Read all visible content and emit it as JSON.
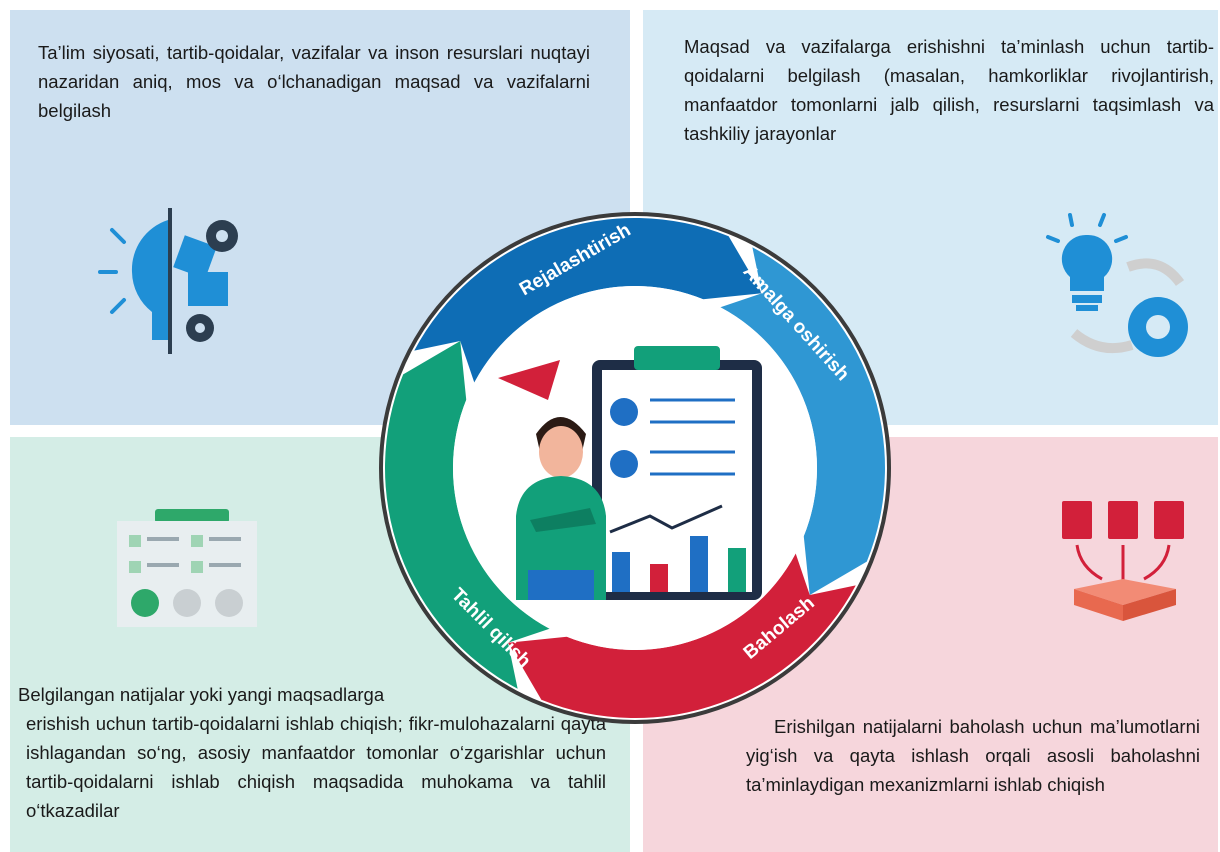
{
  "quadrants": {
    "top_left": {
      "text": "Ta’lim siyosati, tartib-qoidalar, vazifalar va inson resurslari nuqtayi nazaridan aniq, mos va o‘lchanadigan maqsad va vazifalarni belgilash",
      "color": "#cde0f0"
    },
    "top_right": {
      "text": "Maqsad va vazifalarga erishishni ta’minlash uchun tartib-qoidalarni belgilash (masalan, hamkorliklar rivojlantirish, manfaatdor tomonlarni jalb qilish, resurslarni taqsimlash va tashkiliy jarayonlar",
      "color": "#d6eaf5"
    },
    "bottom_left": {
      "line1": "Belgilangan natijalar yoki yangi maqsadlarga",
      "text": "erishish uchun tartib-qoidalarni ishlab chiqish; fikr-mulohazalarni qayta ishlagandan so‘ng, asosiy manfaatdor tomonlar o‘zgarishlar uchun tartib-qoidalarni ishlab chiqish maqsadida muhokama va tahlil o‘tkazadilar",
      "color": "#d4ede6"
    },
    "bottom_right": {
      "text": "Erishilgan natijalarni baholash uchun ma’lumotlarni yig‘ish va qayta ishlash orqali asosli baholashni ta’minlaydigan mexanizmlarni ishlab chiqish",
      "color": "#f6d6dc"
    }
  },
  "cycle": {
    "stages": [
      {
        "label": "Rejalashtirish",
        "color": "#0e6db5"
      },
      {
        "label": "Amalga oshirish",
        "color": "#2f97d3"
      },
      {
        "label": "Baholash",
        "color": "#d2203a"
      },
      {
        "label": "Tahlil qilish",
        "color": "#12a07a"
      }
    ],
    "ring_outline": "#3b3b3b"
  },
  "icons": {
    "top_left": "idea-gears-icon",
    "top_right": "bulb-gear-cycle-icon",
    "bottom_left": "checklist-feedback-icon",
    "bottom_right": "documents-inbox-icon",
    "center": "presenter-chart-icon"
  }
}
